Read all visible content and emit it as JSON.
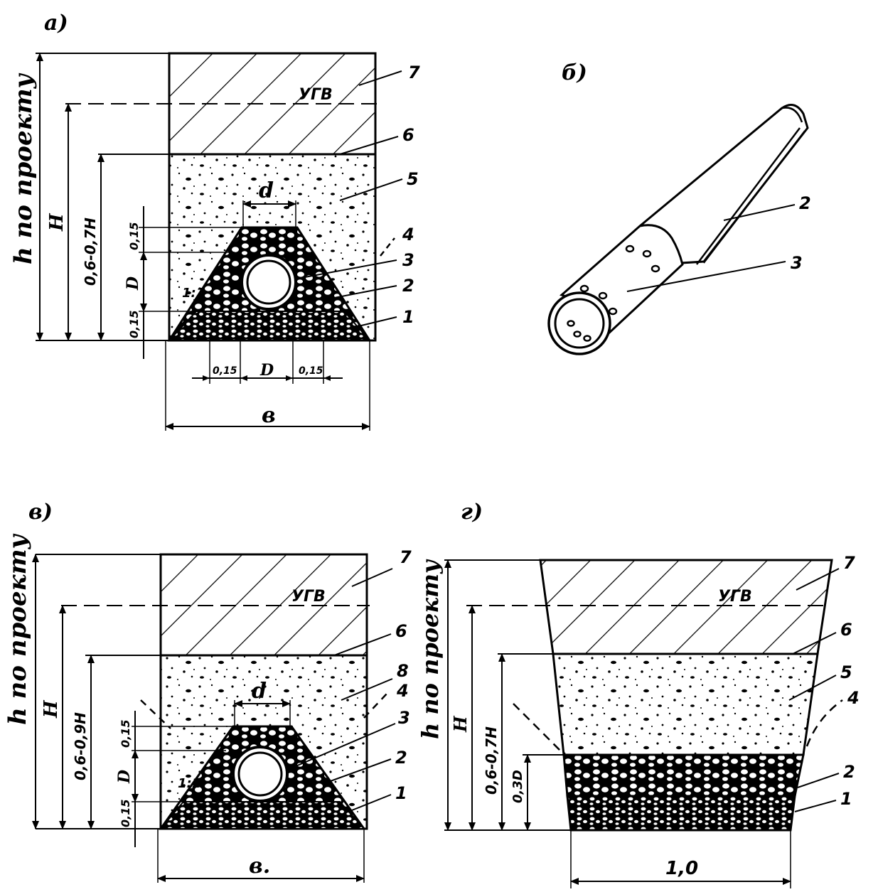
{
  "panels": {
    "a": {
      "label": "а)",
      "ugv": "УГВ",
      "h_label": "h по проекту",
      "H_label": "H",
      "depth_label": "0,6-0,7H",
      "d_label": "d",
      "D_label": "D",
      "top_015": "0,15",
      "bot_015": "0,15",
      "left_015": "0,15",
      "right_015": "0,15",
      "D_bottom": "D",
      "width_label": "в",
      "slope": "1:1",
      "callouts": [
        "1",
        "2",
        "3",
        "4",
        "5",
        "6",
        "7"
      ]
    },
    "b": {
      "label": "б)",
      "callouts": [
        "2",
        "3"
      ]
    },
    "v": {
      "label": "в)",
      "ugv": "УГВ",
      "h_label": "h по проекту",
      "H_label": "H",
      "depth_label": "0,6-0,9H",
      "d_label": "d",
      "D_label": "D",
      "top_015": "0,15",
      "bot_015": "0,15",
      "width_label": "в.",
      "slope": "1:1",
      "callouts": [
        "1",
        "2",
        "3",
        "4",
        "6",
        "7",
        "8"
      ]
    },
    "g": {
      "label": "г)",
      "ugv": "УГВ",
      "h_label": "h по проекту",
      "H_label": "H",
      "depth_label": "0,6-0,7H",
      "layer_label": "0,3D",
      "width_label": "1,0",
      "callouts": [
        "1",
        "2",
        "4",
        "5",
        "6",
        "7"
      ]
    }
  }
}
